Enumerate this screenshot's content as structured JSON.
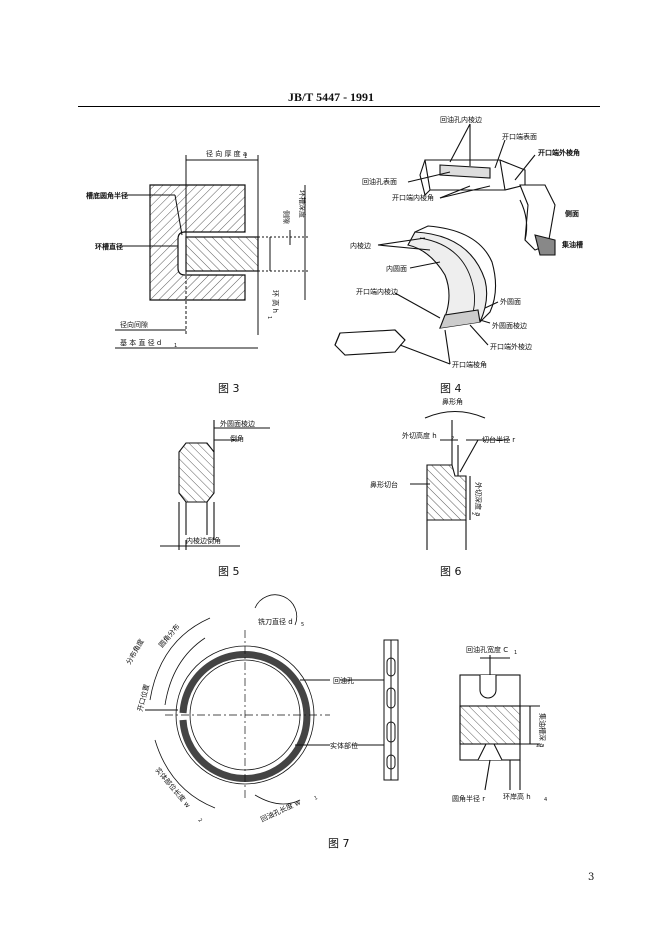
{
  "header": {
    "standard": "JB/T  5447 - 1991"
  },
  "fig3": {
    "caption": "图 3",
    "labels": {
      "radial_thickness": "径 向 厚 度 a",
      "radial_thickness_sub": "1",
      "groove_radius": "槽底圆角半径",
      "groove_dia": "环槽直径",
      "side_gap": "侧隙",
      "groove_depth": "环槽深度",
      "ring_height": "环 高 h",
      "ring_height_sub": "1",
      "radial_clearance": "径向间隙",
      "base_dia": "基 本 直 径 d",
      "base_dia_sub": "1"
    }
  },
  "fig4": {
    "caption": "图 4",
    "labels": {
      "oil_hole_inner_edge": "回油孔内棱边",
      "gap_end_surface": "开口端表面",
      "gap_outer_corner": "开口端外棱角",
      "oil_hole_surface": "回油孔表面",
      "gap_inner_corner": "开口端内棱角",
      "side_face": "侧面",
      "oil_groove": "集油槽",
      "inner_edge": "内棱边",
      "inner_face": "内圆面",
      "gap_inner_edge": "开口端内棱边",
      "outer_face": "外圆面",
      "outer_face_edge": "外圆面棱边",
      "gap_outer_edge": "开口端外棱边",
      "gap_corner": "开口端棱角"
    }
  },
  "fig5": {
    "caption": "图 5",
    "labels": {
      "outer_edge": "外圆面棱边",
      "chamfer": "倒角",
      "inner_chamfer": "内棱边倒角"
    }
  },
  "fig6": {
    "caption": "图 6",
    "labels": {
      "nose_angle": "鼻形角",
      "cut_height": "外切高度 h",
      "cut_height_sub": "2",
      "cut_radius": "切台半径 r",
      "nose_step": "鼻形切台",
      "cut_depth": "外切深度 a",
      "cut_depth_sub": "2"
    }
  },
  "fig7": {
    "caption": "图 7",
    "labels": {
      "cutter_dia": "铣刀直径 d",
      "cutter_dia_sub": "5",
      "dist_angle": "分布角度",
      "circ_dist": "圆角分布",
      "gap_pos": "开口位置",
      "return_hole": "回油孔",
      "solid_part": "实体部位",
      "solid_len": "实体部位长度 w",
      "solid_len_sub": "2",
      "hole_len": "回油孔长度 w",
      "hole_len_sub": "1",
      "hole_width": "回油孔宽度 C",
      "hole_width_sub": "1",
      "groove_depth": "集油槽深 a",
      "groove_depth_sub": "4",
      "corner_radius": "圆角半径 r",
      "land_height": "环岸高 h",
      "land_height_sub": "4"
    }
  },
  "page_number": "3"
}
